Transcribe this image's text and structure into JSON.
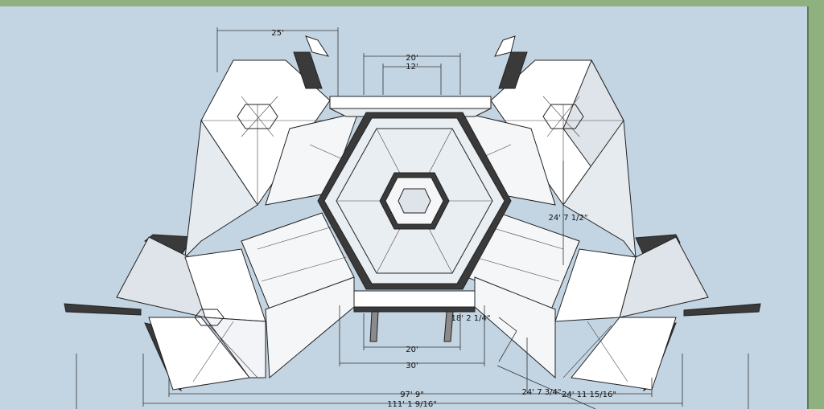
{
  "dimensions": {
    "top_left_span": "25'",
    "top_outer": "20'",
    "top_inner": "12'",
    "right_height": "24' 7 1/2\"",
    "front_offset": "18' 2 1/4\"",
    "bottom_inner": "20'",
    "bottom_outer": "30'",
    "lower_right_a": "24' 7 3/4\"",
    "lower_right_b": "24' 11 15/16\"",
    "overall_a": "97' 9\"",
    "overall_b": "111' 1 9/16\""
  },
  "colors": {
    "background": "#c3d4e2",
    "window_frame": "#8fb07f",
    "face_light": "#ffffff",
    "face_shade": "#dfe4ea",
    "face_dark": "#3a3a3a"
  }
}
